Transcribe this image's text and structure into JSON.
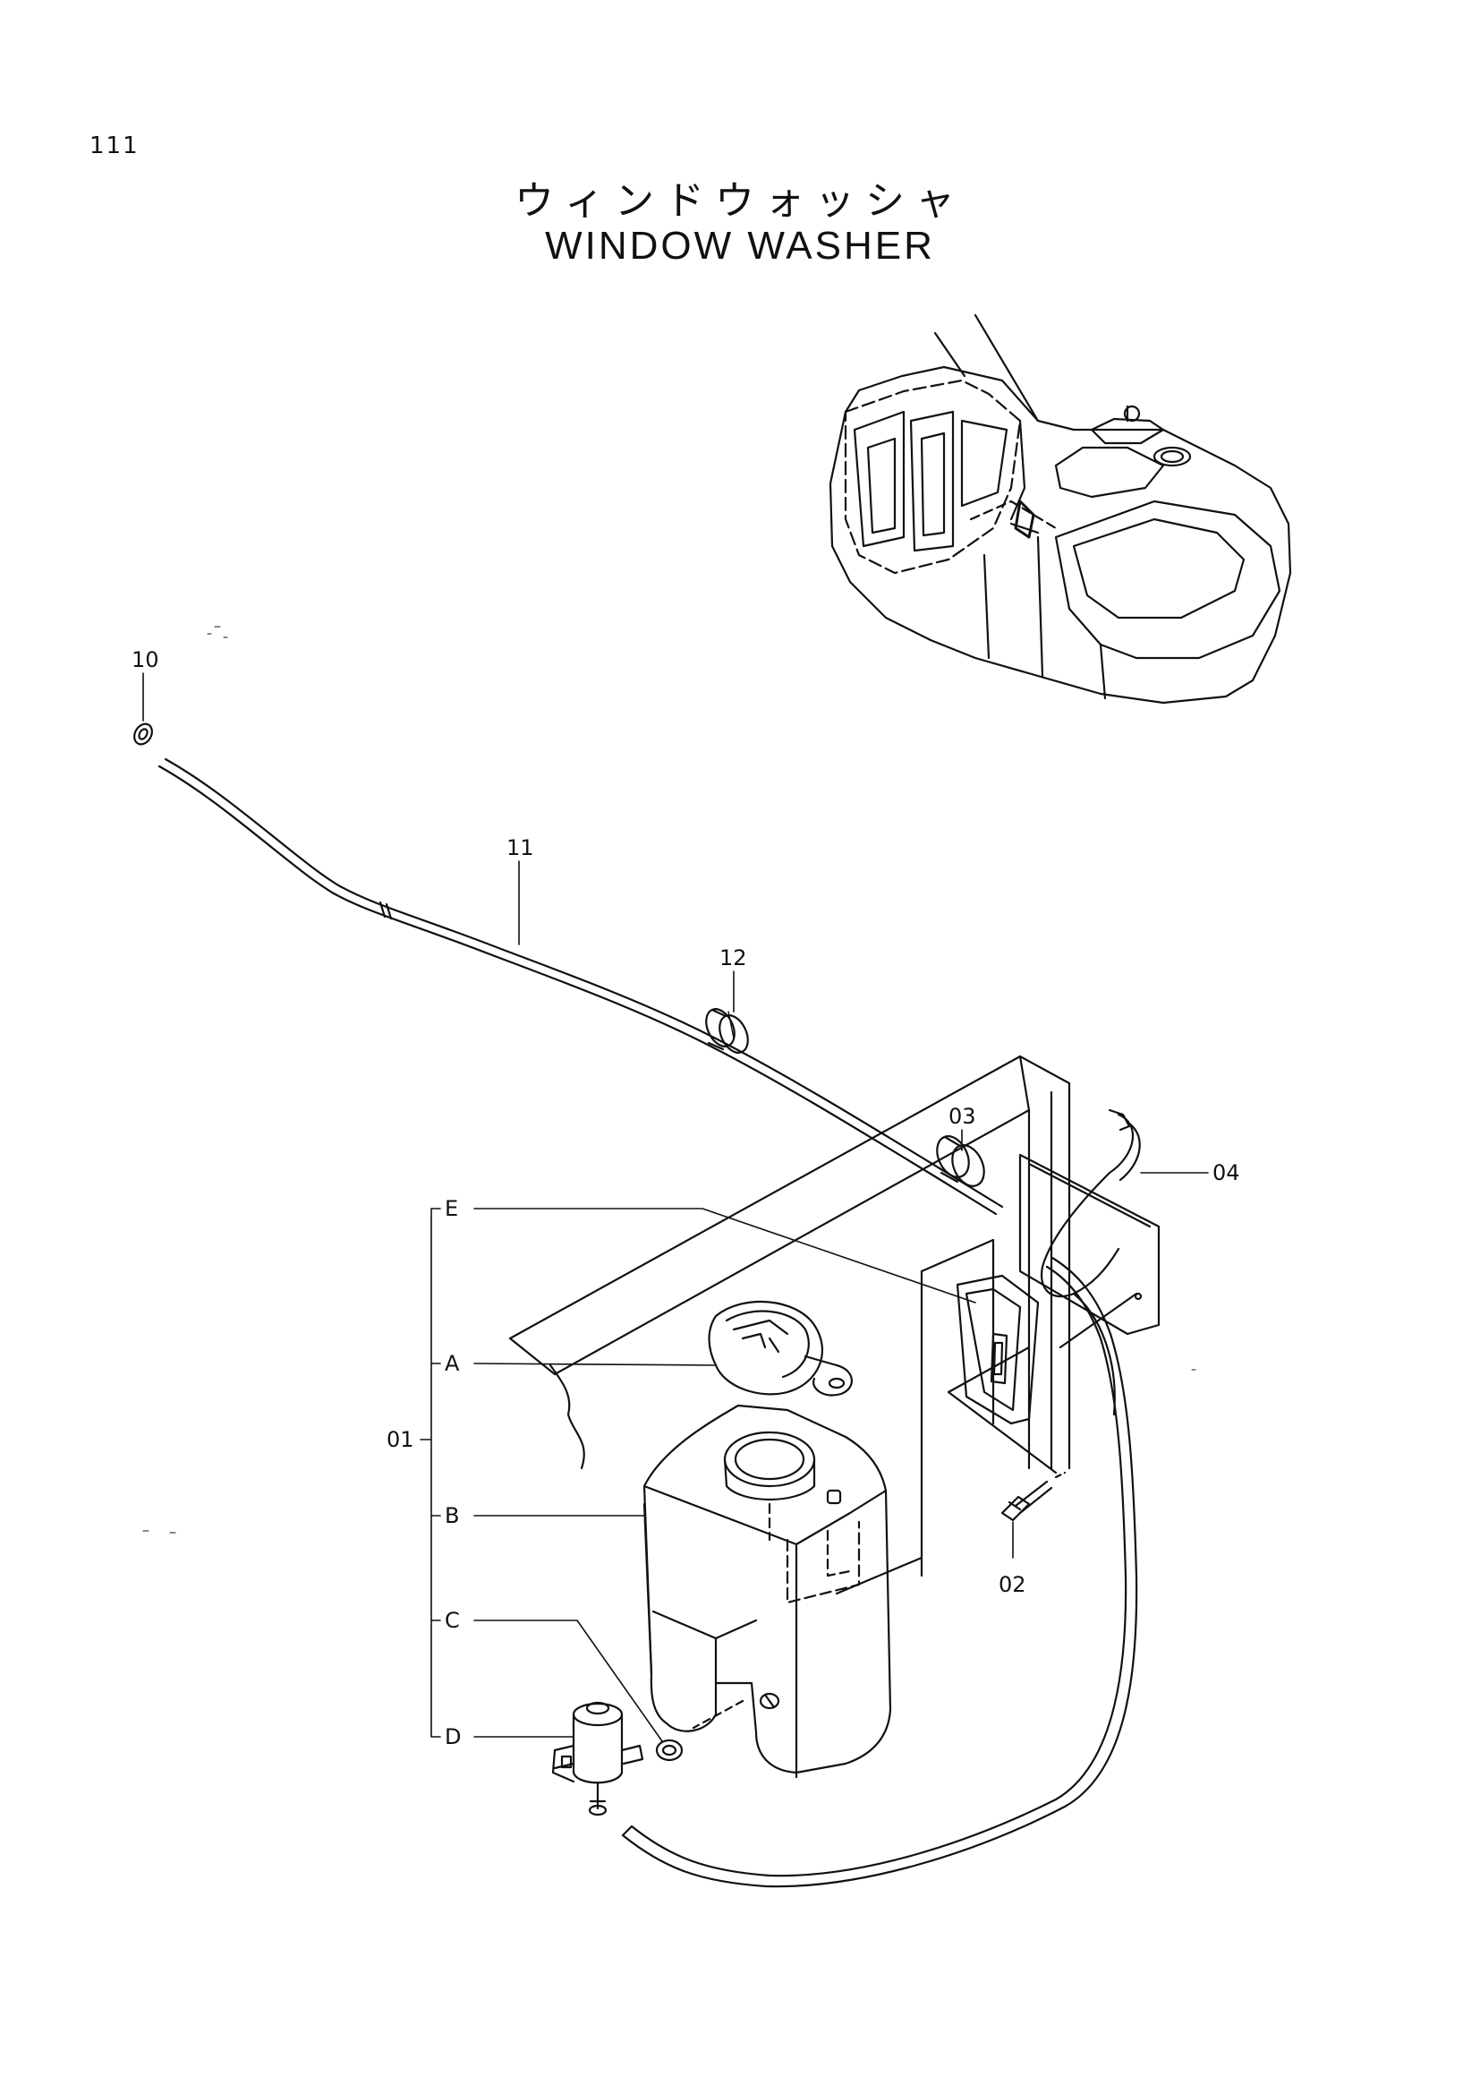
{
  "page": {
    "number": "111",
    "title_jp": "ウィンドウォッシャ",
    "title_en": "WINDOW WASHER"
  },
  "callouts": {
    "p01": "01",
    "p02": "02",
    "p03": "03",
    "p04": "04",
    "p10": "10",
    "p11": "11",
    "p12": "12",
    "subA": "A",
    "subB": "B",
    "subC": "C",
    "subD": "D",
    "subE": "E"
  }
}
